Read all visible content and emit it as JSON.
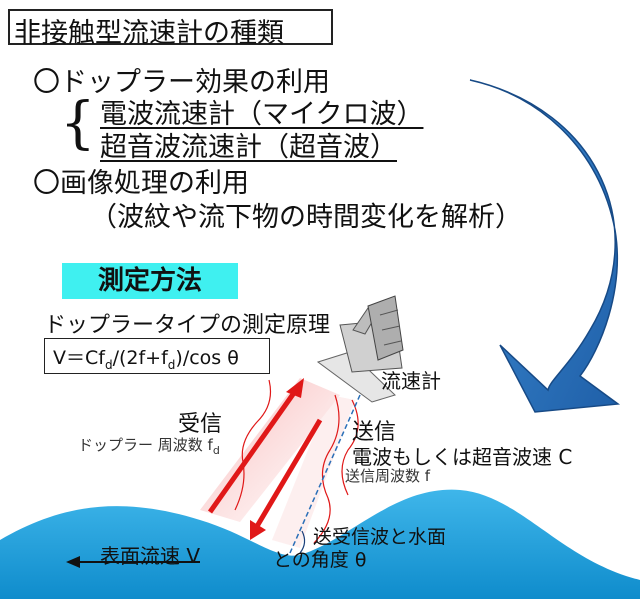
{
  "title": "非接触型流速計の種類",
  "doppler": {
    "heading": "〇ドップラー効果の利用",
    "radio": "電波流速計（マイクロ波）",
    "ultrasonic": "超音波流速計（超音波）"
  },
  "image_method": {
    "heading": "〇画像処理の利用",
    "detail": "（波紋や流下物の時間変化を解析）"
  },
  "method_label": "測定方法",
  "principle_title": "ドップラータイプの測定原理",
  "formula": {
    "prefix": "V＝Cf",
    "s1": "d",
    "mid": "/(2f+f",
    "s2": "d",
    "suffix": ")/cos θ"
  },
  "meter_label": "流速計",
  "receive": {
    "label": "受信",
    "freq_prefix": "ドップラー 周波数 f",
    "freq_sub": "d"
  },
  "send": {
    "label": "送信",
    "wave_speed": "電波もしくは超音波速 C",
    "freq": "送信周波数 f"
  },
  "angle": {
    "line1": "送受信波と水面",
    "line2": "との角度 θ"
  },
  "surface": "表面流速 V",
  "colors": {
    "water": "#1aa0dc",
    "arrow_blue": "#2a6fb8",
    "accent_cyan": "#3ff0f0",
    "red": "#e01818"
  }
}
